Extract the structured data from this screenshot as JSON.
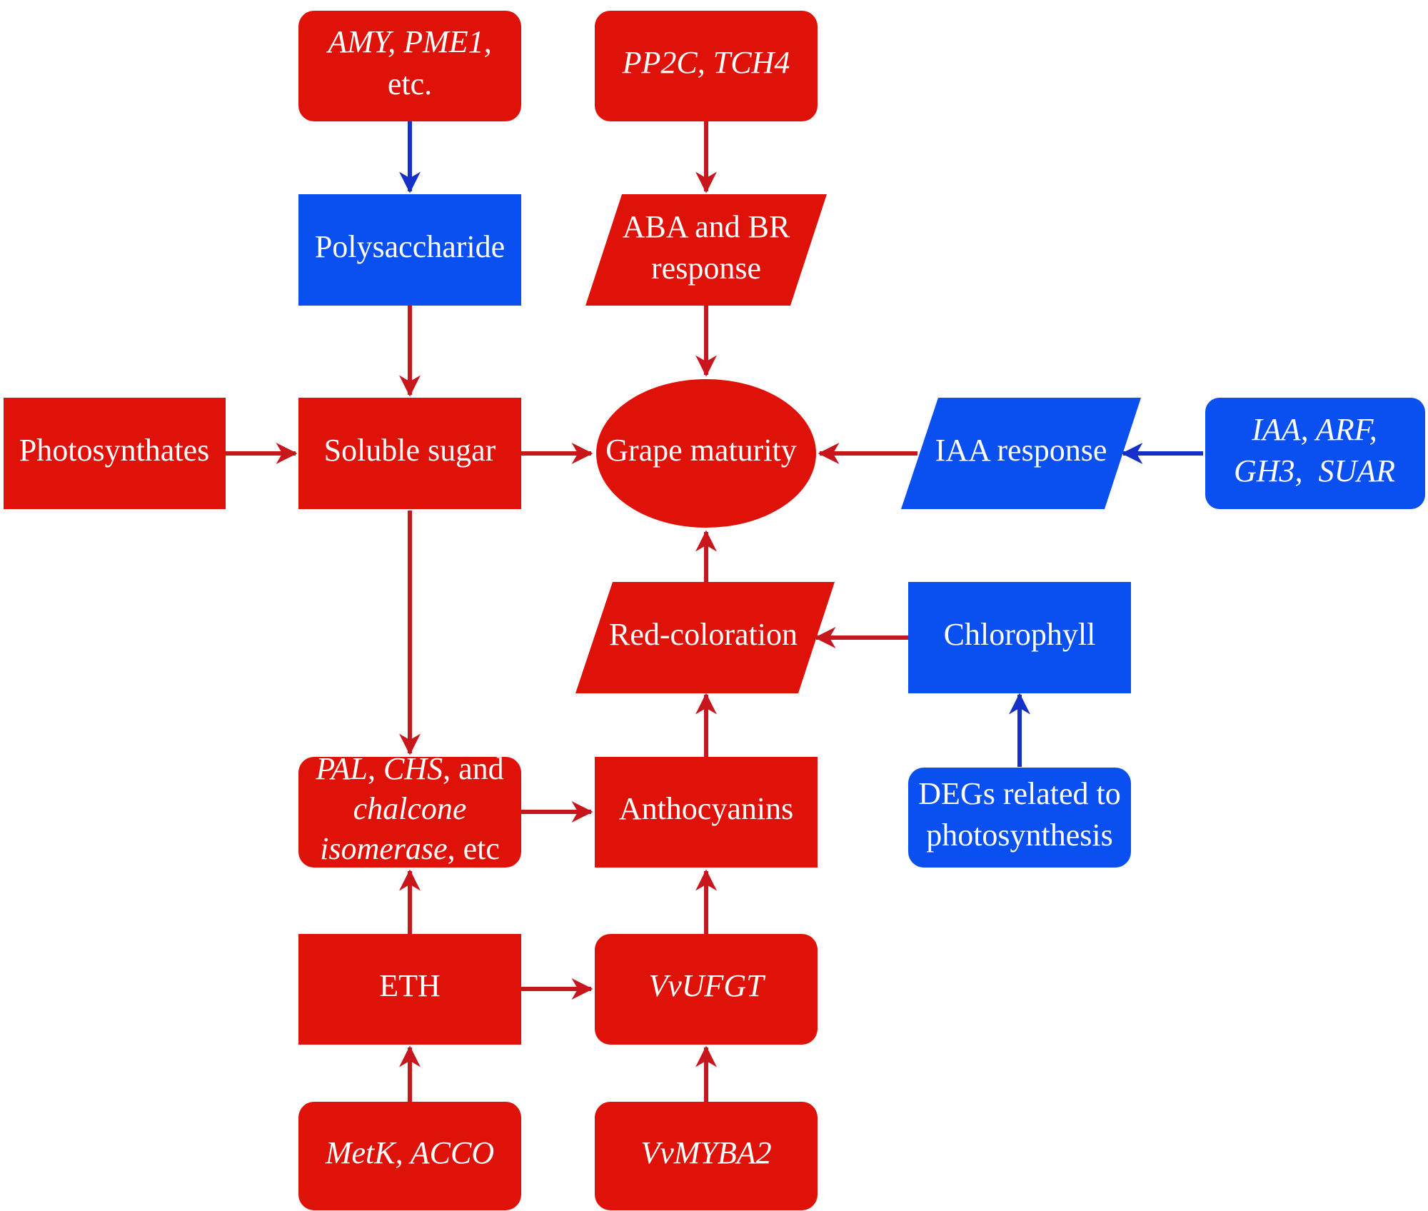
{
  "colors": {
    "up_regulated": "#df1209",
    "down_regulated": "#0a4ff0",
    "arrow_red": "#c8161d",
    "arrow_blue": "#1530c8",
    "text": "#ffffff"
  },
  "nodes": {
    "amy_pme1": {
      "line1": "AMY, PME1",
      "line1_suffix": ",",
      "line2": "etc."
    },
    "pp2c_tch4": {
      "label": "PP2C, TCH4"
    },
    "polysaccharide": {
      "label": "Polysaccharide"
    },
    "aba_br": {
      "line1": "ABA and BR",
      "line2": "response"
    },
    "photosynthates": {
      "label": "Photosynthates"
    },
    "soluble_sugar": {
      "label": "Soluble sugar"
    },
    "grape_maturity": {
      "label": "Grape maturity"
    },
    "iaa_response": {
      "label": "IAA response"
    },
    "iaa_genes": {
      "line1": "IAA, ARF,",
      "line2": "GH3,  SUAR"
    },
    "red_coloration": {
      "label": "Red-coloration"
    },
    "chlorophyll": {
      "label": "Chlorophyll"
    },
    "pal_chs": {
      "l1_a": "PAL",
      "l1_b": ", ",
      "l1_c": "CHS",
      "l1_d": ", and",
      "l2": "chalcone",
      "l3_a": "isomerase",
      "l3_b": ", etc"
    },
    "anthocyanins": {
      "label": "Anthocyanins"
    },
    "degs": {
      "line1": "DEGs related to",
      "line2": "photosynthesis"
    },
    "eth": {
      "label": "ETH"
    },
    "vvufgt": {
      "label": "VvUFGT"
    },
    "metk_acco": {
      "label": "MetK, ACCO"
    },
    "vvmyba2": {
      "label": "VvMYBA2"
    }
  }
}
